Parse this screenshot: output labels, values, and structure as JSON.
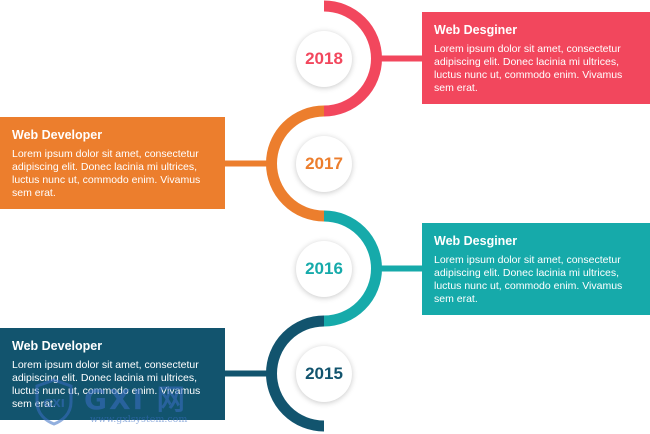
{
  "entries": [
    {
      "year": "2018",
      "title": "Web Desginer",
      "text": "Lorem ipsum dolor sit amet, consectetur adipiscing elit. Donec lacinia mi ultrices, luctus nunc ut, commodo enim. Vivamus sem erat.",
      "color": "#f2475d",
      "side": "right"
    },
    {
      "year": "2017",
      "title": "Web Developer",
      "text": "Lorem ipsum dolor sit amet, consectetur adipiscing elit. Donec lacinia mi ultrices, luctus nunc ut, commodo enim. Vivamus sem erat.",
      "color": "#ec7e2d",
      "side": "left"
    },
    {
      "year": "2016",
      "title": "Web Desginer",
      "text": "Lorem ipsum dolor sit amet, consectetur adipiscing elit. Donec lacinia mi ultrices, luctus nunc ut, commodo enim. Vivamus sem erat.",
      "color": "#16aaaa",
      "side": "right"
    },
    {
      "year": "2015",
      "title": "Web Developer",
      "text": "Lorem ipsum dolor sit amet, consectetur adipiscing elit. Donec lacinia mi ultrices, luctus nunc ut, commodo enim. Vivamus sem erat.",
      "color": "#12546e",
      "side": "left"
    }
  ],
  "watermark": {
    "brand": "GXI 网",
    "url": "www.gxlsystem.com"
  }
}
